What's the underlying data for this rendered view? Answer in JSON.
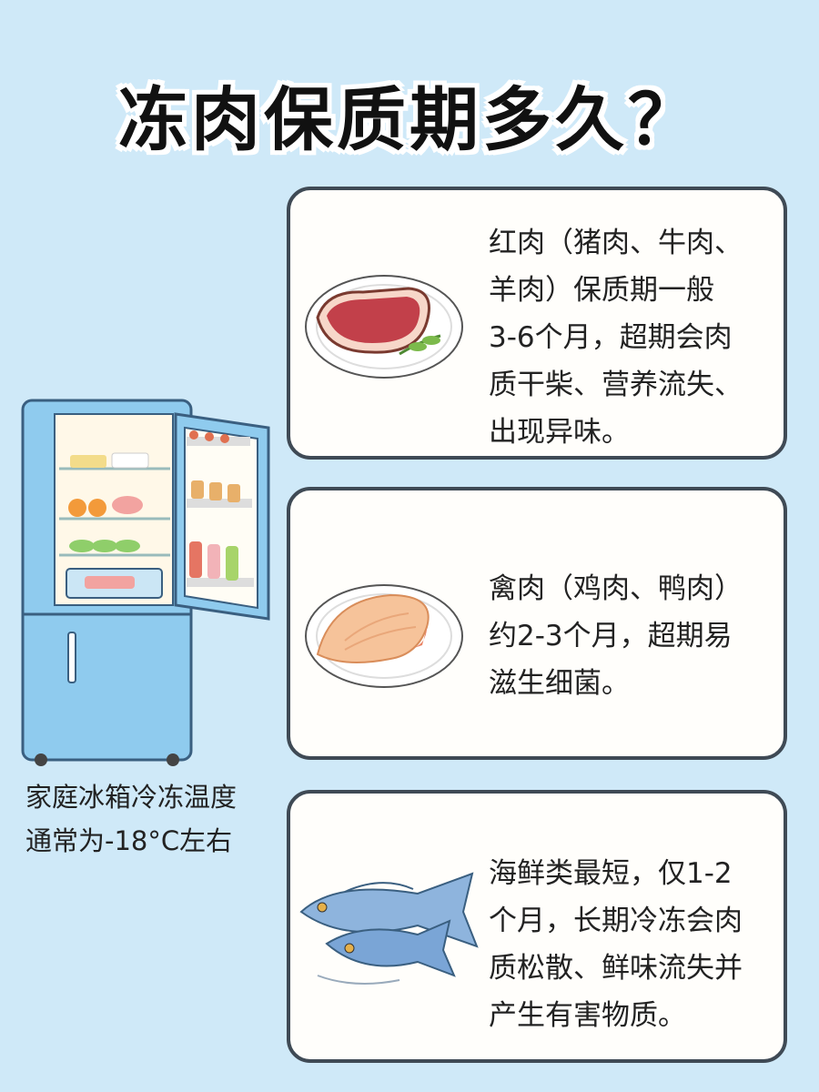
{
  "title": "冻肉保质期多久？",
  "fridge_caption_line1": "家庭冰箱冷冻温度",
  "fridge_caption_line2": "通常为-18°C左右",
  "cards": [
    {
      "lines": [
        "红肉（猪肉、牛肉、",
        "羊肉）保质期一般",
        "3-6个月，超期会肉",
        "质干柴、营养流失、",
        "出现异味。"
      ],
      "icon": "steak-icon"
    },
    {
      "lines": [
        "禽肉（鸡肉、鸭肉）",
        "约2-3个月，超期易",
        "滋生细菌。"
      ],
      "icon": "chicken-breast-icon"
    },
    {
      "lines": [
        "海鲜类最短，仅1-2",
        "个月，长期冷冻会肉",
        "质松散、鲜味流失并",
        "产生有害物质。"
      ],
      "icon": "fish-icon"
    }
  ],
  "colors": {
    "background": "#cfe9f8",
    "card_border": "#3f4a55",
    "fridge": "#8fcbee"
  }
}
